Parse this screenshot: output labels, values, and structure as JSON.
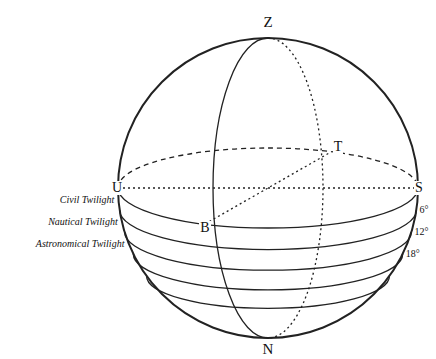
{
  "diagram": {
    "labels": [
      "Z",
      "T",
      "U",
      "S",
      "B",
      "N",
      "Civil Twilight",
      "Nautical Twilight",
      "Astronomical Twilight",
      "6°",
      "12°",
      "18°"
    ]
  }
}
